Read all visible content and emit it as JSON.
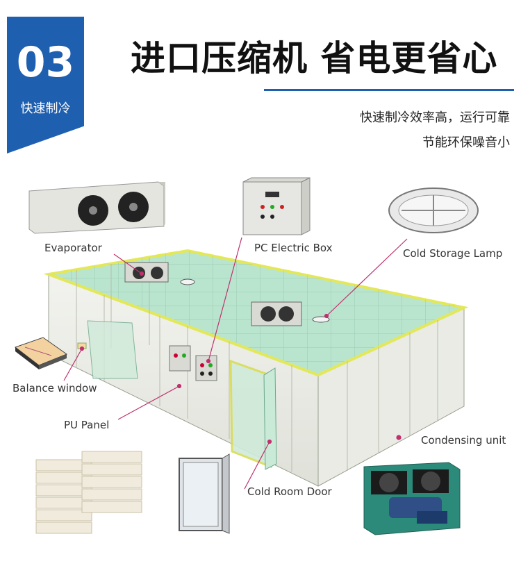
{
  "badge": {
    "number": "03",
    "subtitle": "快速制冷"
  },
  "header": {
    "headline": "进口压缩机  省电更省心",
    "desc_line1": "快速制冷效率高，运行可靠",
    "desc_line2": "节能环保噪音小"
  },
  "labels": {
    "evaporator": "Evaporator",
    "electric_box": "PC Electric Box",
    "lamp": "Cold Storage Lamp",
    "balance_window": "Balance window",
    "pu_panel": "PU Panel",
    "condensing_unit": "Condensing unit",
    "door": "Cold Room Door"
  },
  "colors": {
    "accent": "#1f5fb0",
    "panel_top": "#b9e5cf",
    "frame": "#e3e85a",
    "leader": "#c0306e"
  }
}
